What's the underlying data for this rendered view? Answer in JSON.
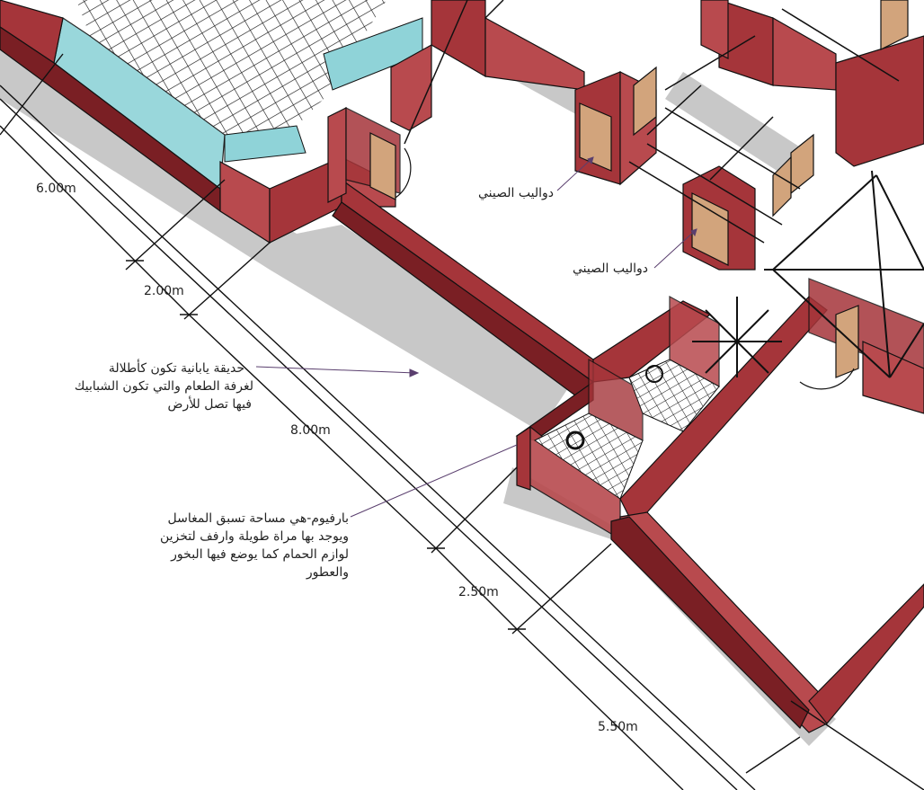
{
  "dimensions": [
    "6.00m",
    "2.00m",
    "8.00m",
    "2.50m",
    "5.50m"
  ],
  "annotations": {
    "cabinet_upper": "دواليب الصيني",
    "cabinet_lower": "دواليب الصيني",
    "garden": [
      "حديقة يابانية تكون كأطلالة",
      "لغرفة الطعام والتي تكون الشبابيك",
      "فيها تصل للأرض"
    ],
    "parfum": [
      "بارفيوم-هي مساحة تسبق المغاسل",
      "ويوجد بها مراة طويلة وارفف لتخزين",
      "لوازم الحمام كما يوضع فيها البخور",
      "والعطور"
    ]
  },
  "colors": {
    "wall": "#a5353a",
    "wall_face": "#b84a4e",
    "wall_dark": "#7a1f24",
    "shadow": "#c8c8c8",
    "glass": "#8fd3d8",
    "door": "#d2a47c",
    "leader": "#5a3f6e",
    "line": "#111111"
  }
}
